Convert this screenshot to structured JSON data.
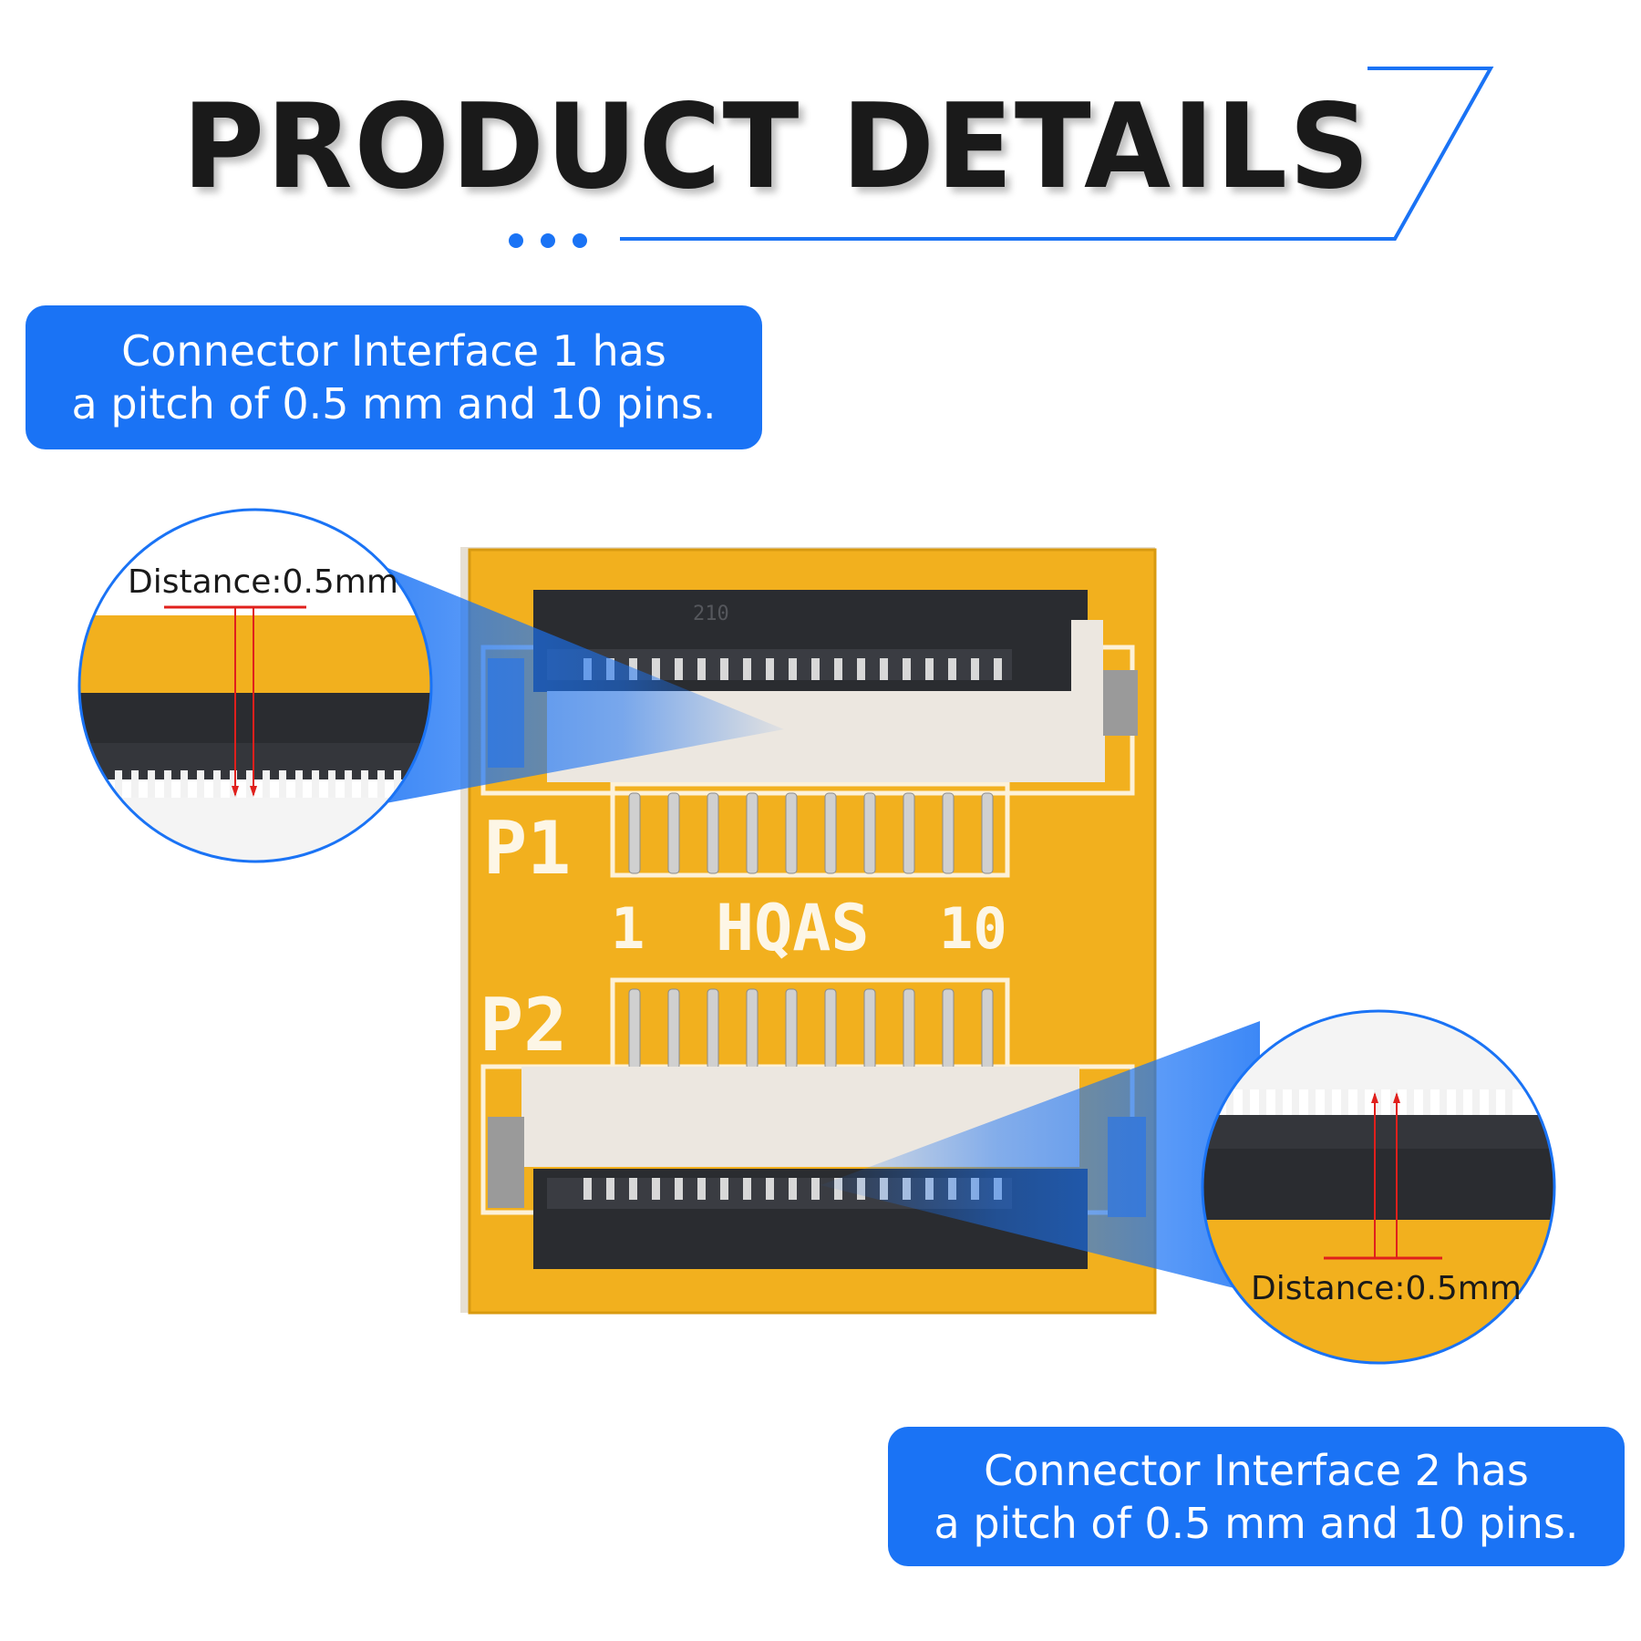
{
  "title": "PRODUCT DETAILS",
  "colors": {
    "accent": "#1a73f5",
    "board": "#f2b01e",
    "connector_dark": "#2a2c30",
    "connector_light": "#ece7e0",
    "marker": "#e0201c"
  },
  "callouts": [
    {
      "line1": "Connector Interface 1 has",
      "line2": "a pitch of 0.5 mm and 10 pins."
    },
    {
      "line1": "Connector Interface 2 has",
      "line2": "a pitch of 0.5 mm and 10 pins."
    }
  ],
  "zooms": [
    {
      "label": "Distance:0.5mm"
    },
    {
      "label": "Distance:0.5mm"
    }
  ],
  "board": {
    "p1": "P1",
    "p2": "P2",
    "pin_start": "1",
    "brand": "HQAS",
    "pin_end": "10",
    "connector_mark": "210"
  },
  "icons": [
    "dots-decoration",
    "zoom-magnifier"
  ]
}
